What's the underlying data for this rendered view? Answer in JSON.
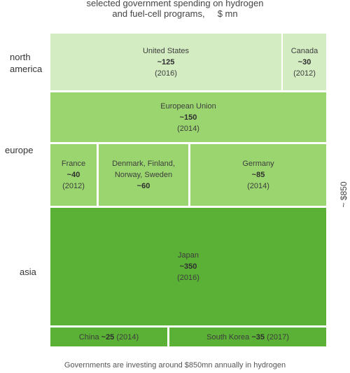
{
  "chart_data": {
    "type": "treemap",
    "title": "selected government spending on hydrogen and fuel-cell programs,",
    "title_line1": "selected government spending on hydrogen",
    "title_line2": "and fuel-cell programs,",
    "unit": "$ mn",
    "total_label": "~ $850",
    "footnote": "Governments are investing around $850mn annually in hydrogen",
    "groups": [
      {
        "name_line1": "north",
        "name_line2": "america",
        "items": [
          {
            "name": "United States",
            "value": 125,
            "value_label": "~125",
            "year": "(2016)"
          },
          {
            "name": "Canada",
            "value": 30,
            "value_label": "~30",
            "year": "(2012)"
          }
        ]
      },
      {
        "name_line1": "europe",
        "name_line2": "",
        "items": [
          {
            "name": "European Union",
            "value": 150,
            "value_label": "~150",
            "year": "(2014)"
          },
          {
            "name": "France",
            "value": 40,
            "value_label": "~40",
            "year": "(2012)"
          },
          {
            "name_line1": "Denmark, Finland,",
            "name_line2": "Norway, Sweden",
            "value": 60,
            "value_label": "~60",
            "year": ""
          },
          {
            "name": "Germany",
            "value": 85,
            "value_label": "~85",
            "year": "(2014)"
          }
        ]
      },
      {
        "name_line1": "asia",
        "name_line2": "",
        "items": [
          {
            "name": "Japan",
            "value": 350,
            "value_label": "~350",
            "year": "(2016)"
          },
          {
            "name": "China",
            "value": 25,
            "value_label": "~25",
            "year": "(2014)"
          },
          {
            "name": "South Korea",
            "value": 35,
            "value_label": "~35",
            "year": "(2017)"
          }
        ]
      }
    ],
    "colors": {
      "north_america": "#d4ecc2",
      "europe": "#9bd56f",
      "asia": "#5bb036"
    }
  }
}
